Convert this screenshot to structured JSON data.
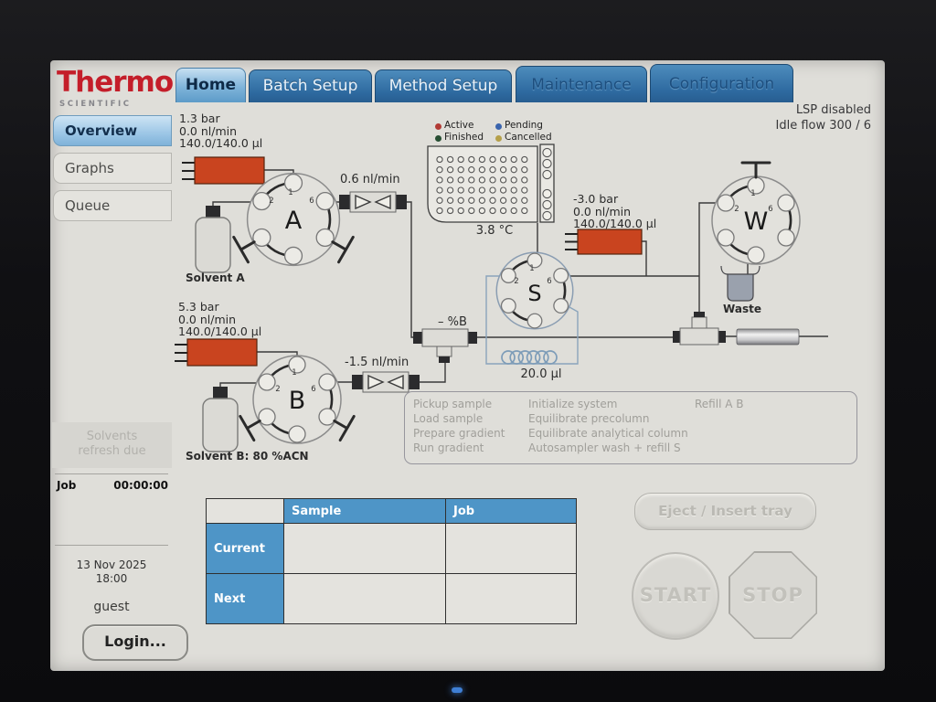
{
  "brand": {
    "name": "Thermo",
    "sub": "SCIENTIFIC"
  },
  "tabs": [
    {
      "label": "Home",
      "state": "active"
    },
    {
      "label": "Batch Setup",
      "state": "enabled"
    },
    {
      "label": "Method Setup",
      "state": "enabled"
    },
    {
      "label": "Maintenance",
      "state": "disabled"
    },
    {
      "label": "Configuration",
      "state": "disabled"
    }
  ],
  "status": {
    "line1": "LSP disabled",
    "line2": "Idle flow 300 / 6"
  },
  "sidebar": {
    "items": [
      {
        "label": "Overview"
      },
      {
        "label": "Graphs"
      },
      {
        "label": "Queue"
      }
    ],
    "notice1": "Solvents",
    "notice2": "refresh due",
    "job_label": "Job",
    "job_time": "00:00:00",
    "date": "13 Nov 2025",
    "time": "18:00",
    "user": "guest",
    "login": "Login..."
  },
  "legend": {
    "active": "Active",
    "pending": "Pending",
    "finished": "Finished",
    "cancelled": "Cancelled"
  },
  "pumps": {
    "a": {
      "pressure": "1.3 bar",
      "flow": "0.0 nl/min",
      "volume": "140.0/140.0 µl"
    },
    "b": {
      "pressure": "5.3 bar",
      "flow": "0.0 nl/min",
      "volume": "140.0/140.0 µl"
    },
    "s": {
      "pressure": "-3.0 bar",
      "flow": "0.0 nl/min",
      "volume": "140.0/140.0 µl"
    }
  },
  "valves": {
    "a": "A",
    "b": "B",
    "s": "S",
    "w": "W",
    "port1": "1",
    "port2": "2",
    "port6": "6"
  },
  "sensors": {
    "a": "0.6 nl/min",
    "b": "-1.5 nl/min"
  },
  "labels": {
    "solvent_a": "Solvent A",
    "solvent_b": "Solvent B: 80 %ACN",
    "plate_temp": "3.8 °C",
    "mixer": "– %B",
    "loop": "20.0 µl",
    "waste": "Waste"
  },
  "tasks": {
    "col1": [
      "Pickup sample",
      "Load sample",
      "Prepare gradient",
      "Run gradient"
    ],
    "col2": [
      "Initialize system",
      "Equilibrate precolumn",
      "Equilibrate analytical column",
      "Autosampler wash + refill S"
    ],
    "col3": [
      "Refill  A B"
    ]
  },
  "queue_table": {
    "col_sample": "Sample",
    "col_job": "Job",
    "row_current": "Current",
    "row_next": "Next",
    "current_sample": "",
    "current_job": "",
    "next_sample": "",
    "next_job": ""
  },
  "buttons": {
    "eject": "Eject / Insert tray",
    "start": "START",
    "stop": "STOP"
  },
  "colors": {
    "accent_blue": "#4e95c7",
    "pump_red": "#c9441f",
    "tab_blue": "#2e6aa0",
    "active_dot": "#b23b35",
    "pending_dot": "#3a64ad",
    "finished_dot": "#274f33",
    "cancelled_dot": "#b5a04a"
  }
}
